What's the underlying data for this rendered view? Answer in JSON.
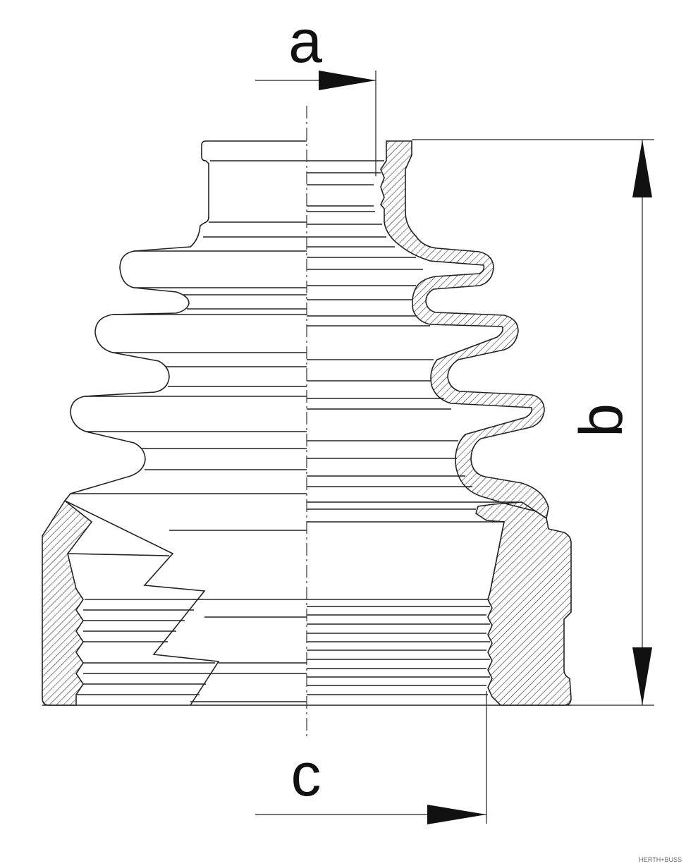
{
  "diagram": {
    "dimension_a": "a",
    "dimension_b": "b",
    "dimension_c": "c",
    "watermark": "HERTH+BUSS"
  }
}
